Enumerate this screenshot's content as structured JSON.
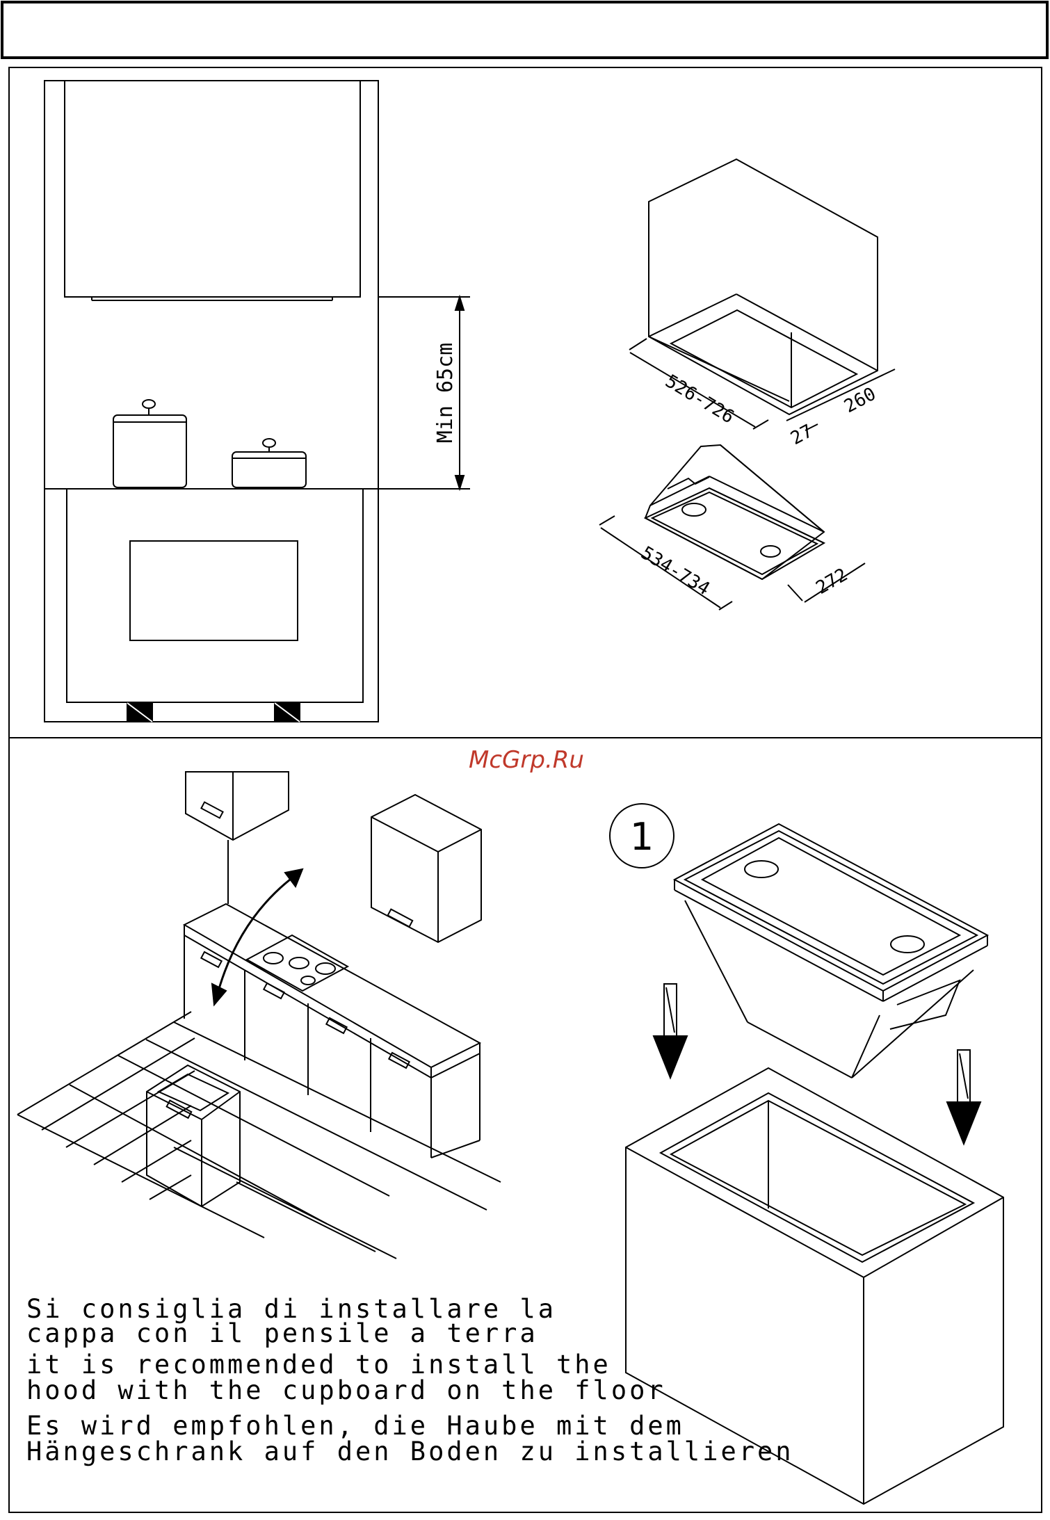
{
  "top_diagram": {
    "min_clearance_label": "Min 65cm"
  },
  "hood_dimensions": {
    "cabinet_width": "526-726",
    "cabinet_depth": "260",
    "cabinet_edge": "27",
    "hood_width": "534-734",
    "hood_depth": "272"
  },
  "watermark": "McGrp.Ru",
  "step_number": "1",
  "notes": {
    "it_line1": "Si consiglia di installare la",
    "it_line2": "cappa con il pensile a terra",
    "en_line1": "it is recommended to install the",
    "en_line2": "hood with the cupboard on the floor",
    "de_line1": "Es wird empfohlen, die Haube mit dem",
    "de_line2": "Hängeschrank auf den Boden zu installieren"
  },
  "colors": {
    "line": "#000000",
    "watermark": "#c0392b"
  }
}
